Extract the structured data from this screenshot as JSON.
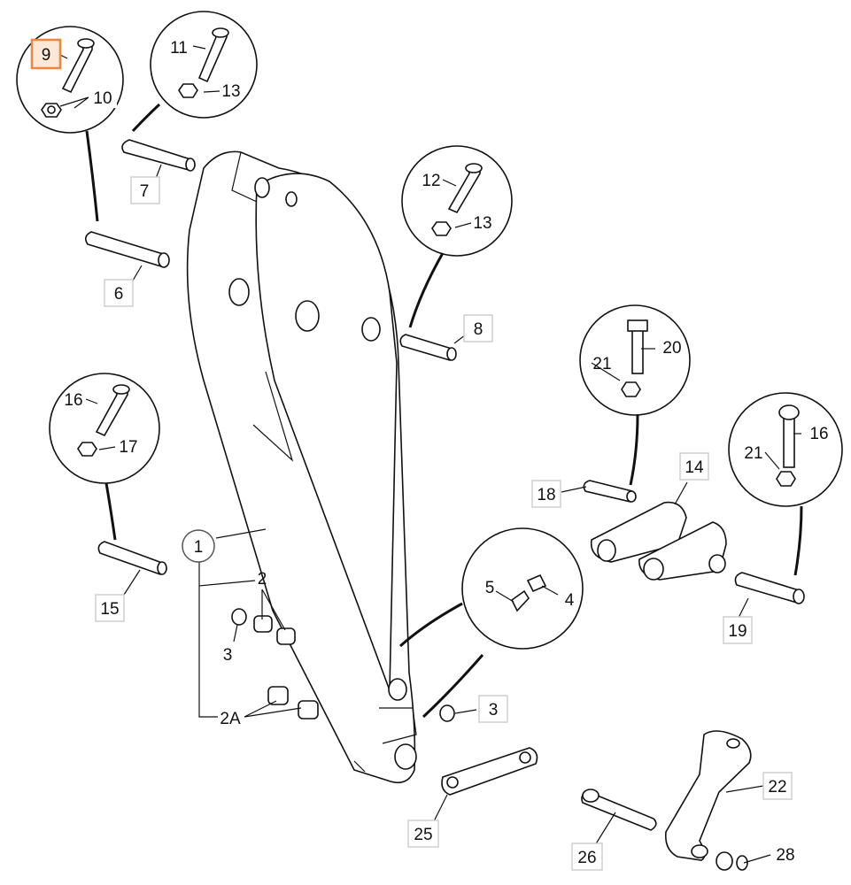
{
  "diagram": {
    "highlight_color": "#f0843c",
    "labels": {
      "p1": "1",
      "p2": "2",
      "p2a": "2A",
      "p3a": "3",
      "p3b": "3",
      "p4": "4",
      "p5": "5",
      "p6": "6",
      "p7": "7",
      "p8": "8",
      "p9": "9",
      "p10": "10",
      "p11": "11",
      "p12": "12",
      "p13a": "13",
      "p13b": "13",
      "p14": "14",
      "p15": "15",
      "p16a": "16",
      "p16b": "16",
      "p17": "17",
      "p18": "18",
      "p19": "19",
      "p20": "20",
      "p21a": "21",
      "p21b": "21",
      "p22": "22",
      "p25": "25",
      "p26": "26",
      "p28": "28"
    },
    "selected_callout": "9"
  }
}
